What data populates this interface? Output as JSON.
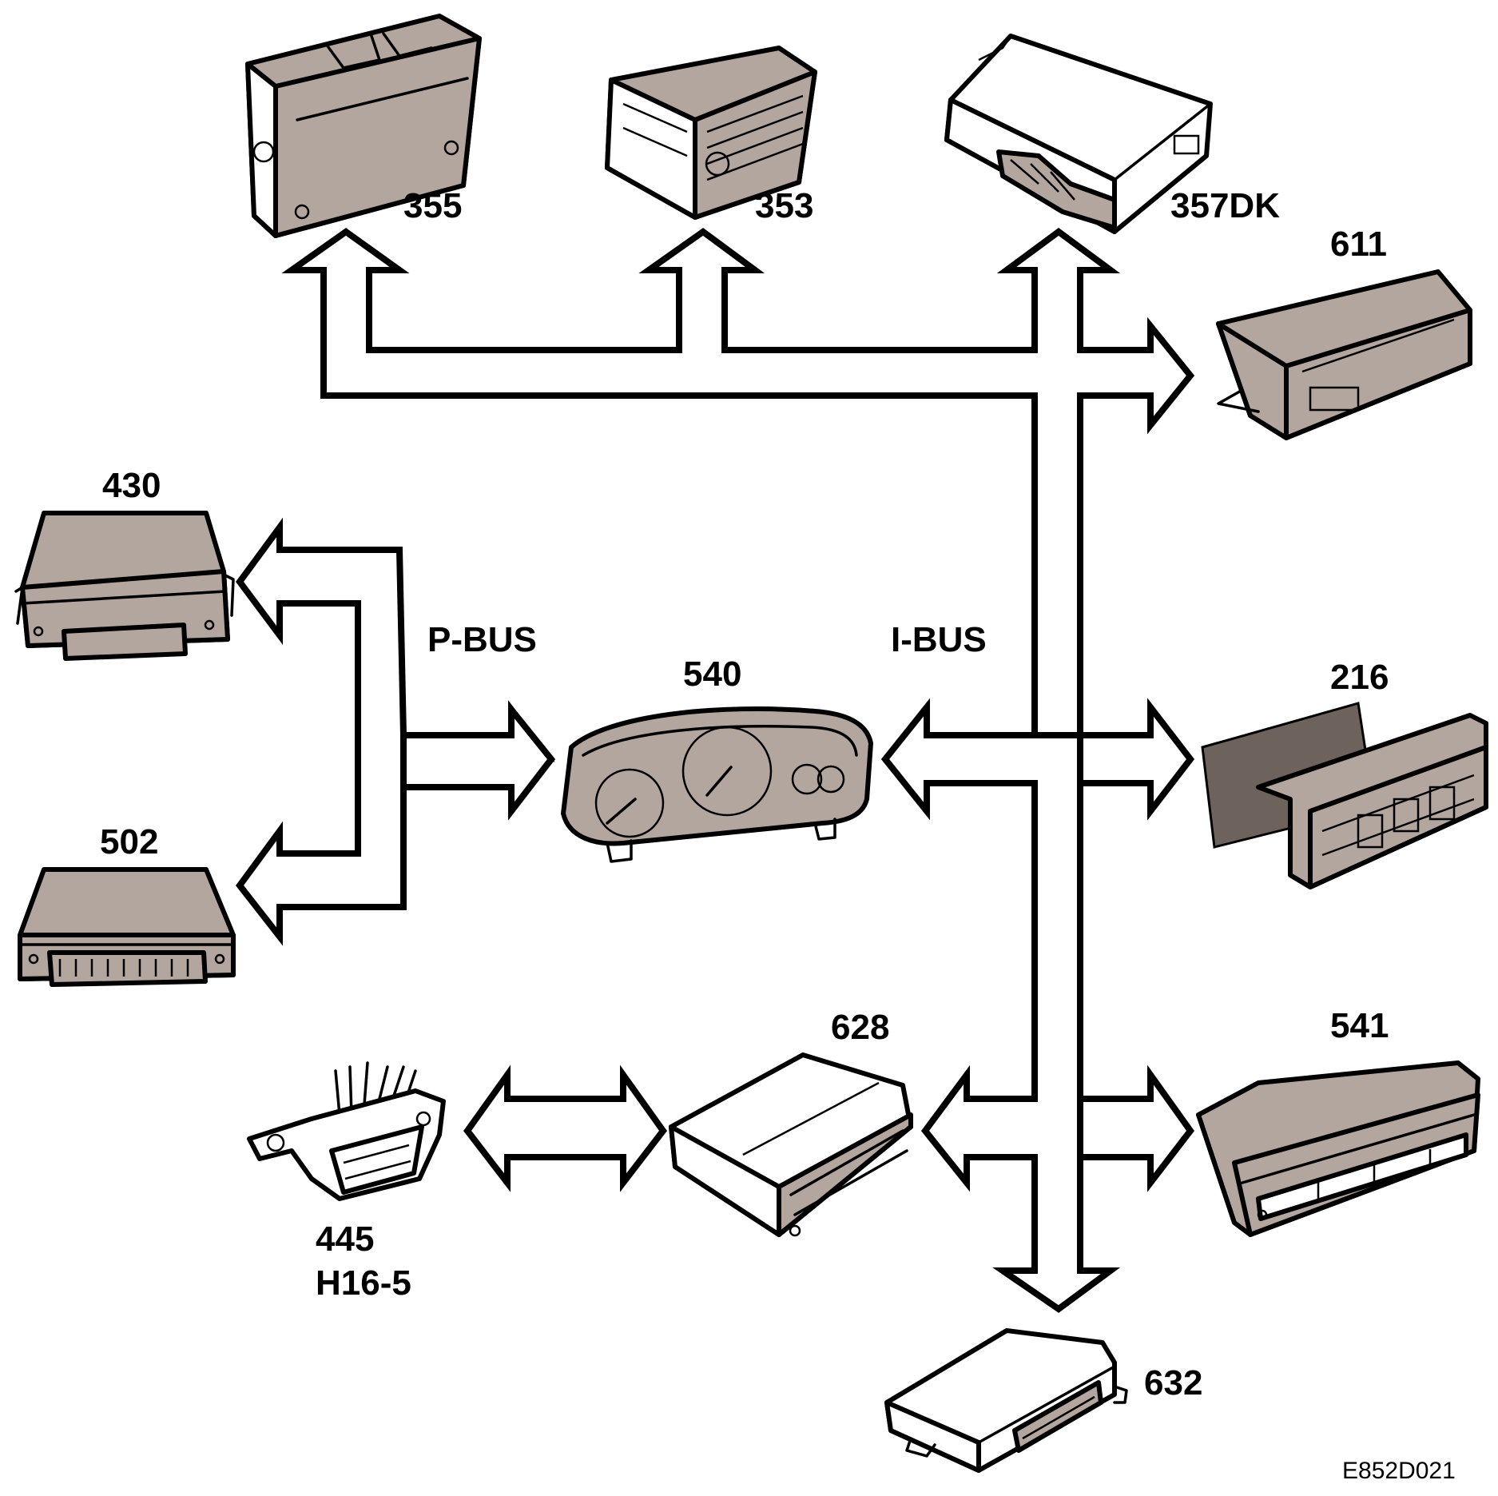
{
  "buses": {
    "p_bus": "P-BUS",
    "i_bus": "I-BUS"
  },
  "modules": {
    "m355": "355",
    "m353": "353",
    "m357dk": "357DK",
    "m611": "611",
    "m430": "430",
    "m502": "502",
    "m540": "540",
    "m216": "216",
    "m628": "628",
    "m541": "541",
    "m445": "445",
    "m445_sub": "H16-5",
    "m632": "632"
  },
  "figure_code": "E852D021",
  "colors": {
    "module_fill": "#b3a69f",
    "outline": "#000000",
    "bus_fill": "#ffffff"
  }
}
